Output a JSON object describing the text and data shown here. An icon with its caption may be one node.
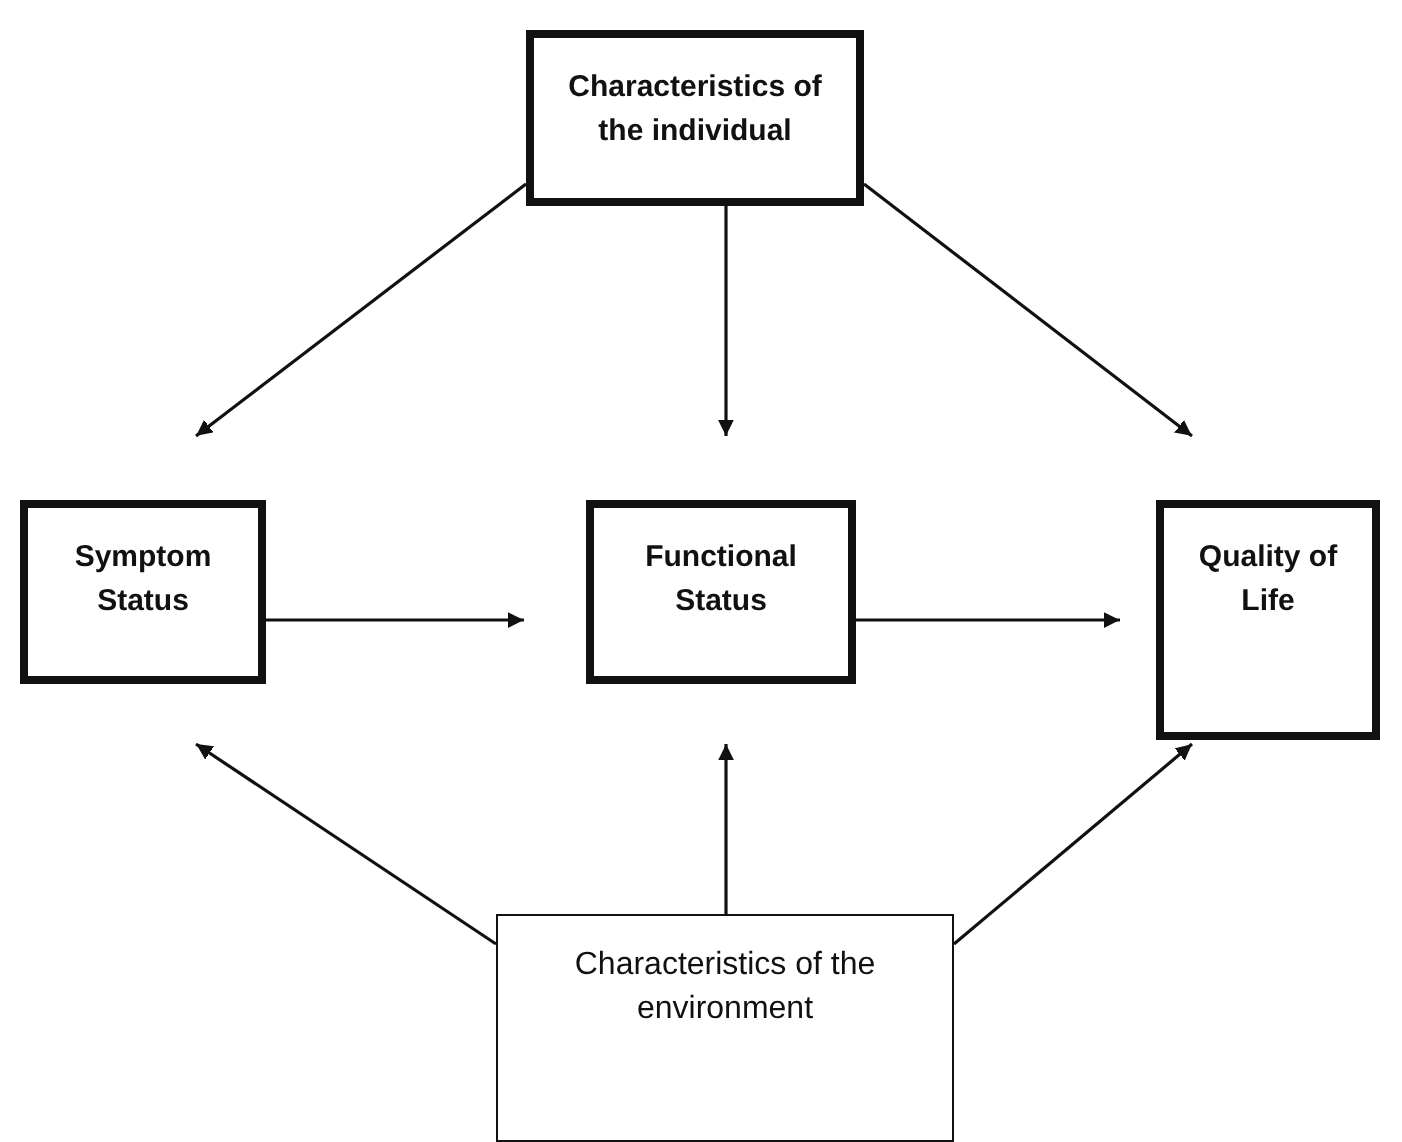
{
  "diagram": {
    "nodes": [
      {
        "text": [
          "Characteristics of the individual"
        ]
      },
      {
        "text": [
          "Symptom Status"
        ]
      },
      {
        "text": [
          "Functional Status"
        ]
      },
      {
        "text": [
          "Quality of Life"
        ]
      },
      {
        "text": [
          "Characteristics of the environment"
        ]
      }
    ],
    "edges": [
      {
        "from": 0,
        "to": 1,
        "arrow": "to"
      },
      {
        "from": 0,
        "to": 2,
        "arrow": "to"
      },
      {
        "from": 0,
        "to": 3,
        "arrow": "to"
      },
      {
        "from": 1,
        "to": 2,
        "arrow": "to"
      },
      {
        "from": 2,
        "to": 3,
        "arrow": "to"
      },
      {
        "from": 4,
        "to": 1,
        "arrow": "to"
      },
      {
        "from": 4,
        "to": 2,
        "arrow": "to"
      },
      {
        "from": 4,
        "to": 3,
        "arrow": "to"
      }
    ]
  }
}
